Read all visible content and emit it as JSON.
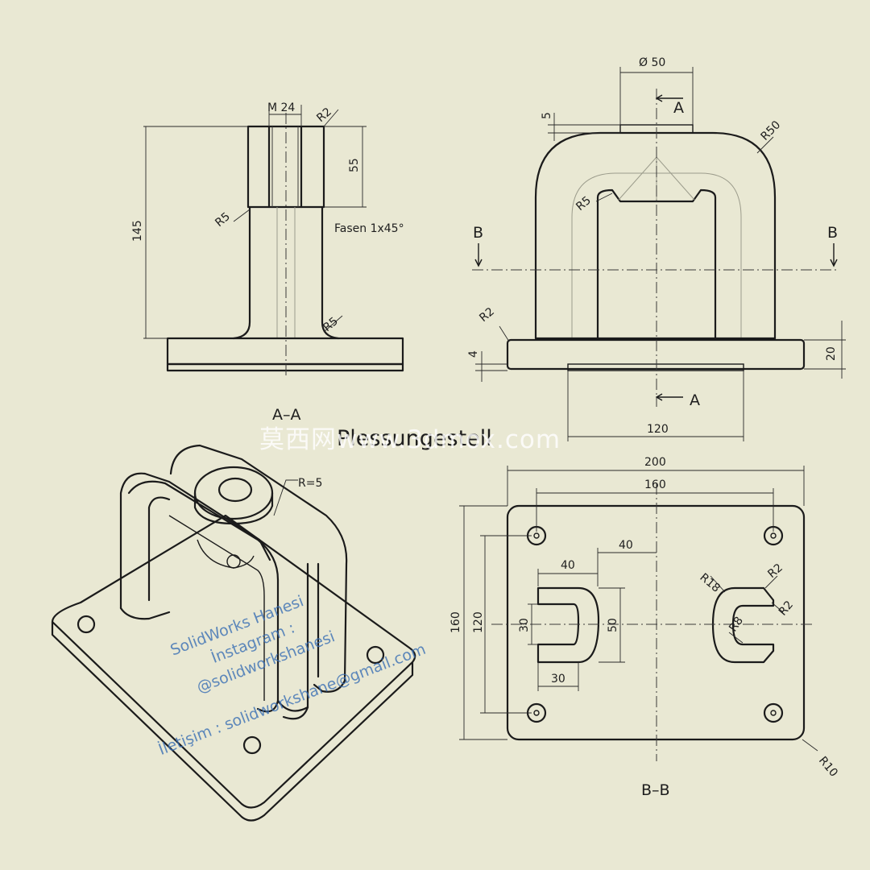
{
  "drawing": {
    "title": "Plessungestell",
    "section_aa": "A–A",
    "section_bb": "B–B",
    "cut_a": "A",
    "cut_b": "B",
    "note_chamfer": "Fasen 1x45°"
  },
  "dimensions": {
    "thread": "M 24",
    "r2": "R2",
    "r5": "R5",
    "h55": "55",
    "h145": "145",
    "dia50": "Ø 50",
    "h5": "5",
    "r50": "R50",
    "h4": "4",
    "h20": "20",
    "w120": "120",
    "w200": "200",
    "w160": "160",
    "h160": "160",
    "h120": "120",
    "w40a": "40",
    "w40b": "40",
    "h30": "30",
    "h50": "50",
    "w30": "30",
    "r18": "R18",
    "r8": "R8",
    "r10": "R10",
    "r_eq5": "R=5"
  },
  "watermark": {
    "site": "莫西网www.3dmox.com",
    "brand": "SolidWorks Hanesi",
    "instagram": "İnstagram :",
    "handle": "@solidworkshanesi",
    "contact": "İletişim : solidworkshane@gmail.com"
  },
  "colors": {
    "paper": "#e9e8d3",
    "ink": "#1b1b1b",
    "watermark_blue": "#3a6fb5"
  }
}
